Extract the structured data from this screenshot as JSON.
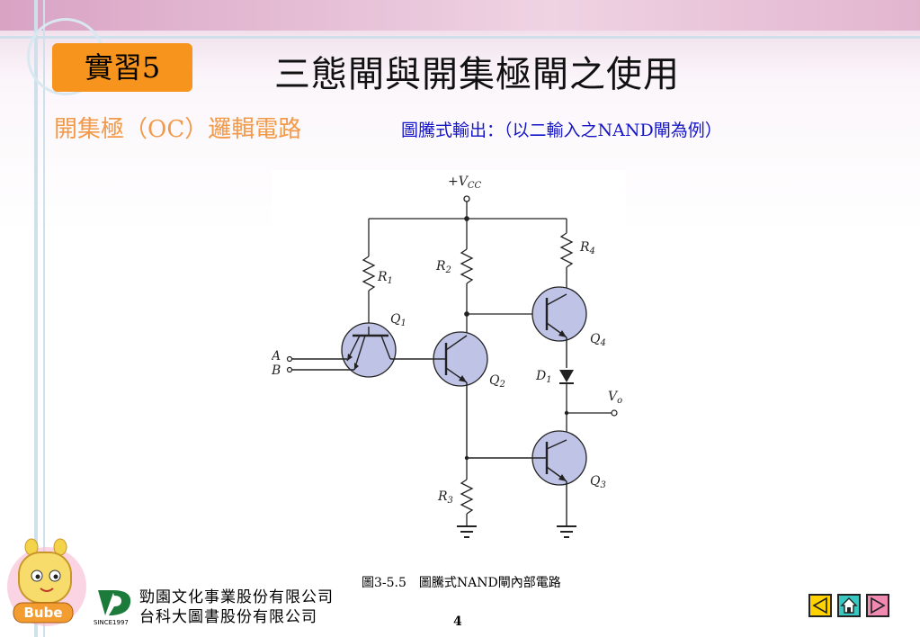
{
  "slide": {
    "badge": "實習5",
    "title": "三態閘與開集極閘之使用",
    "subtitle": "開集極（OC）邏輯電路",
    "note": "圖騰式輸出：（以二輸入之NAND閘為例）",
    "caption": "圖3-5.5　圖騰式NAND閘內部電路",
    "page_number": "4"
  },
  "diagram": {
    "supply": "+V",
    "supply_sub": "CC",
    "input_a": "A",
    "input_b": "B",
    "output": "V",
    "output_sub": "o",
    "components": [
      {
        "name": "R",
        "sub": "1"
      },
      {
        "name": "R",
        "sub": "2"
      },
      {
        "name": "R",
        "sub": "3"
      },
      {
        "name": "R",
        "sub": "4"
      },
      {
        "name": "Q",
        "sub": "1"
      },
      {
        "name": "Q",
        "sub": "2"
      },
      {
        "name": "Q",
        "sub": "3"
      },
      {
        "name": "Q",
        "sub": "4"
      },
      {
        "name": "D",
        "sub": "1"
      }
    ]
  },
  "footer": {
    "publisher_line1": "勁園文化事業股份有限公司",
    "publisher_line2": "台科大圖書股份有限公司",
    "since": "SINCE1997",
    "mascot_text": "Bube"
  },
  "nav": {
    "prev_icon": "triangle-left-icon",
    "home_icon": "home-icon",
    "next_icon": "triangle-right-icon"
  },
  "colors": {
    "badge": "#f7941d",
    "subtitle": "#f29a4a",
    "note": "#1414c8",
    "transistor_fill": "#bfc3e6",
    "nav_fill": "#ffd200"
  }
}
